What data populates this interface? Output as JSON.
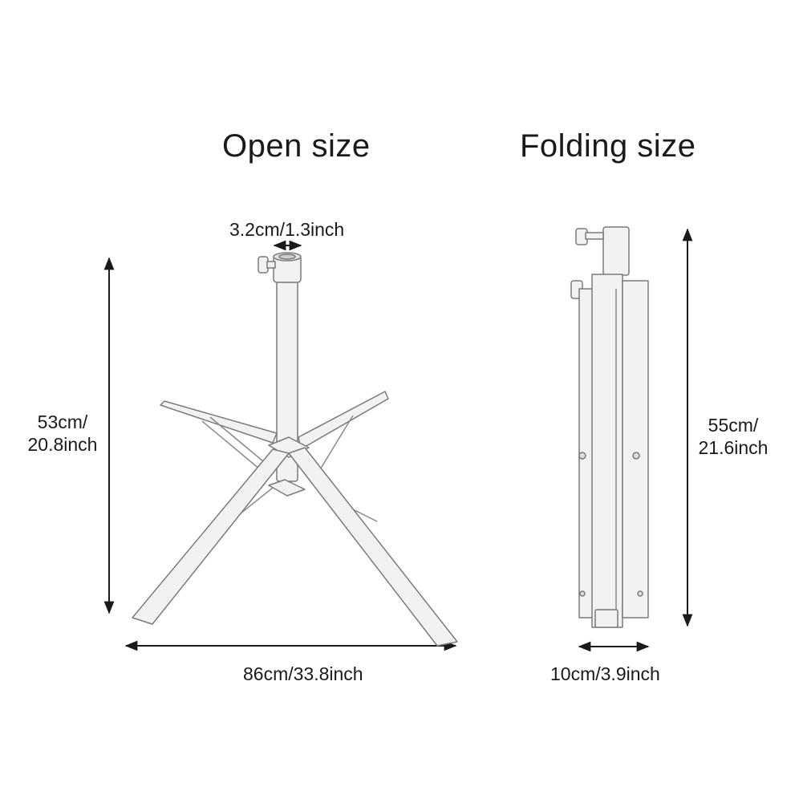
{
  "titles": {
    "open": "Open size",
    "folding": "Folding size"
  },
  "open_size": {
    "tube_diameter": "3.2cm/1.3inch",
    "height_line1": "53cm/",
    "height_line2": "20.8inch",
    "width": "86cm/33.8inch"
  },
  "folding_size": {
    "height_line1": "55cm/",
    "height_line2": "21.6inch",
    "width": "10cm/3.9inch"
  },
  "colors": {
    "background": "#ffffff",
    "text": "#1a1a1a",
    "stand_fill": "#f2f2f2",
    "stand_outline": "#7a7a7a"
  }
}
